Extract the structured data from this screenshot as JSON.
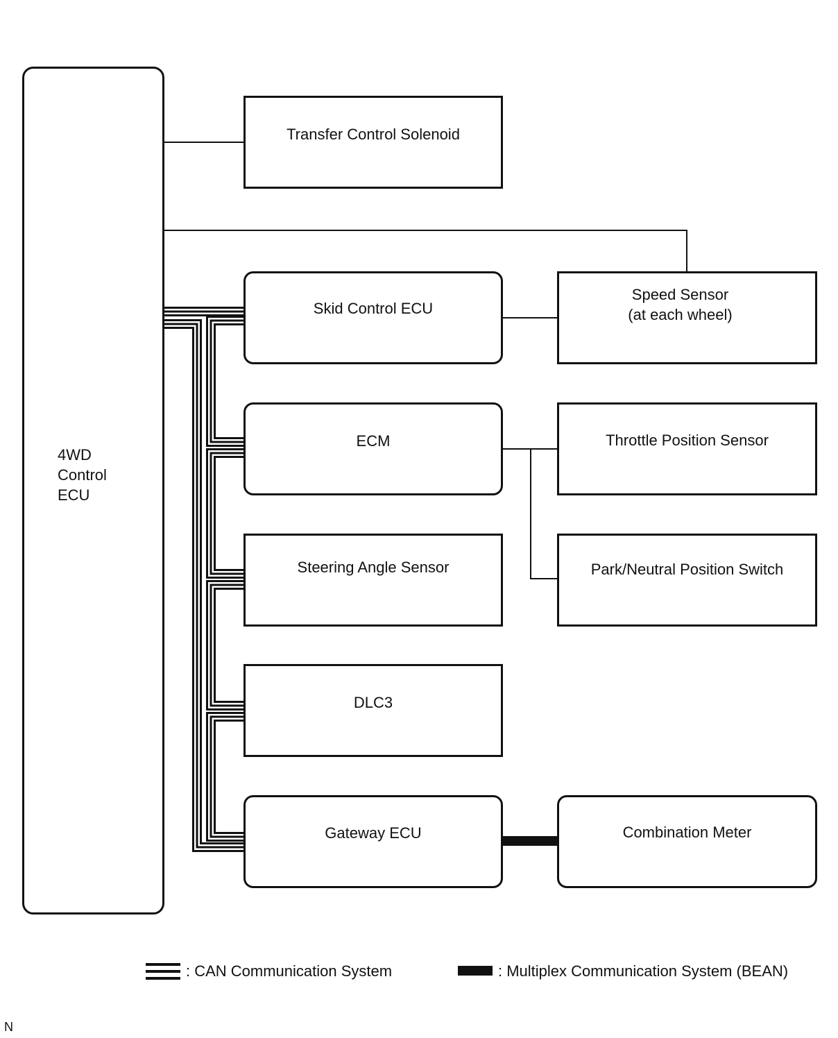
{
  "main_ecu": {
    "label": "4WD\nControl\nECU"
  },
  "boxes": {
    "transfer": "Transfer Control Solenoid",
    "skid": "Skid Control ECU",
    "speed": "Speed Sensor\n(at each wheel)",
    "ecm": "ECM",
    "throttle": "Throttle Position Sensor",
    "steering": "Steering Angle Sensor",
    "park": "Park/Neutral Position Switch",
    "dlc3": "DLC3",
    "gateway": "Gateway ECU",
    "meter": "Combination Meter"
  },
  "legend": {
    "can": ": CAN Communication System",
    "bean": ": Multiplex Communication System (BEAN)"
  },
  "corner_mark": "N"
}
